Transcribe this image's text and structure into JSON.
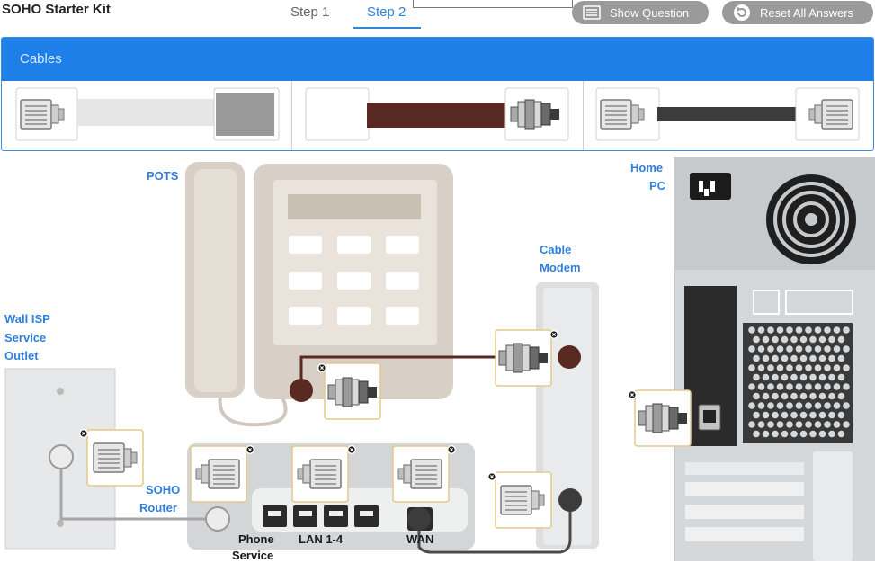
{
  "header": {
    "title": "SOHO Starter Kit",
    "step1": "Step 1",
    "step2": "Step 2",
    "show_question": "Show Question",
    "reset_all": "Reset All Answers"
  },
  "cables": {
    "title": "Cables",
    "items": [
      "coax-to-phone-cable",
      "phone-to-ethernet-cable",
      "ethernet-cable"
    ]
  },
  "labels": {
    "pots": "POTS",
    "home_pc_1": "Home",
    "home_pc_2": "PC",
    "cable_modem_1": "Cable",
    "cable_modem_2": "Modem",
    "wall_1": "Wall ISP",
    "wall_2": "Service",
    "wall_3": "Outlet",
    "router_1": "SOHO",
    "router_2": "Router",
    "phone_service_1": "Phone",
    "phone_service_2": "Service",
    "lan": "LAN 1-4",
    "wan": "WAN"
  },
  "colors": {
    "accent": "#1f7fe8",
    "cable_brown": "#5a2a22",
    "cable_dark": "#3c3c3c",
    "placed_border": "#e3c88a",
    "label_blue": "#2f7fdc"
  }
}
